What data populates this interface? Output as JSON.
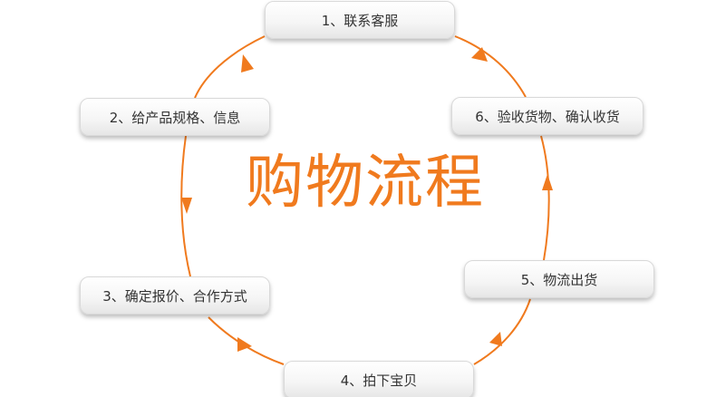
{
  "title": "购物流程",
  "steps": [
    {
      "label": "1、联系客服"
    },
    {
      "label": "2、给产品规格、信息"
    },
    {
      "label": "3、确定报价、合作方式"
    },
    {
      "label": "4、拍下宝贝"
    },
    {
      "label": "5、物流出货"
    },
    {
      "label": "6、验收货物、确认收货"
    }
  ],
  "colors": {
    "accent": "#f07a1e",
    "box_text": "#333333"
  }
}
